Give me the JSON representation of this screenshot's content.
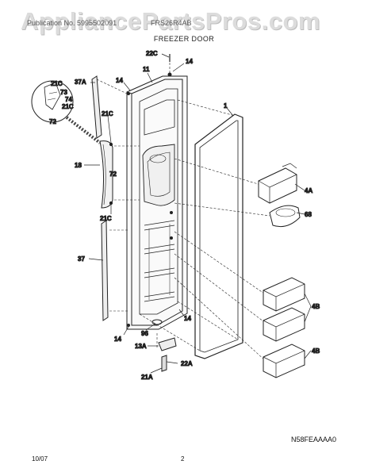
{
  "header": {
    "watermark": "AppliancePartsPros.com",
    "publication_no": "Publication No. 5995502091",
    "model": "FRS26R4AB",
    "section_title": "FREEZER DOOR"
  },
  "callouts": {
    "c22C": "22C",
    "c14_top": "14",
    "c14_left": "14",
    "c11": "11",
    "c1": "1",
    "c37A": "37A",
    "c21C_a": "21C",
    "c73": "73",
    "c74": "74",
    "c21C_b": "21C",
    "c72_a": "72",
    "c21C_c": "21C",
    "c18": "18",
    "c72_b": "72",
    "c21C_d": "21C",
    "c37": "37",
    "c4A": "4A",
    "c68": "68",
    "c4B_a": "4B",
    "c4B_b": "4B",
    "c96": "96",
    "c14_bl": "14",
    "c14_br": "14",
    "c13A": "13A",
    "c22A": "22A",
    "c21A": "21A"
  },
  "footer": {
    "diagram_code": "N58FEAAAA0",
    "date": "10/07",
    "page_number": "2"
  }
}
